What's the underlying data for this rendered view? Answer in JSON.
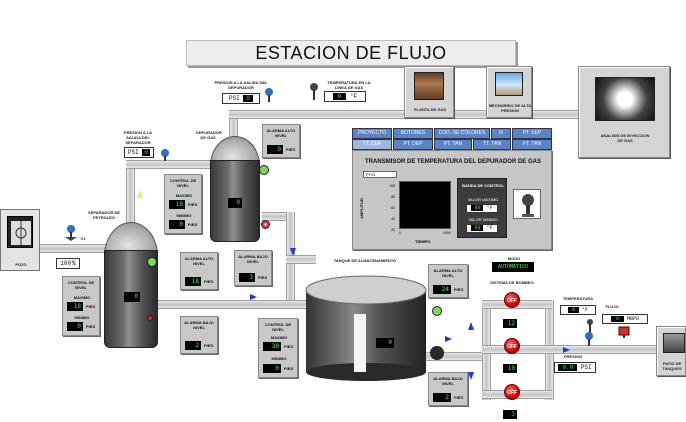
{
  "title": "ESTACION DE FLUJO",
  "pozo": {
    "label": "POZO"
  },
  "valve_v1": {
    "label": "V1",
    "value": "100",
    "unit": "%"
  },
  "sep_petroleo": {
    "label": "SEPARADOR DE PETROLEO",
    "level": "0",
    "ctrl": {
      "label": "CONTROL DE NIVEL",
      "max_label": "MAXIMO",
      "max": "18",
      "min_label": "MINIMO",
      "min": "0",
      "unit": "PIES"
    },
    "alarm_high": {
      "label": "ALARMA ALTO NIVEL",
      "value": "18",
      "unit": "PIES"
    },
    "alarm_low": {
      "label": "ALARMA BAJO NIVEL",
      "value": "2",
      "unit": "PIES"
    }
  },
  "sep_gas": {
    "label": "DEPURADOR DE GAS",
    "level": "0",
    "ctrl": {
      "label": "CONTROL DE NIVEL",
      "max_label": "MAXIMO",
      "max": "10",
      "min_label": "MINIMO",
      "min": "0",
      "unit": "PIES"
    },
    "alarm_high": {
      "label": "ALARMA ALTO NIVEL",
      "value": "0",
      "unit": "PIES"
    },
    "alarm_low": {
      "label": "ALARMA BAJO NIVEL",
      "value": "3",
      "unit": "PIES"
    }
  },
  "presion_separador": {
    "label": "PRESION A LA SALIDA DEL SEPARADOR",
    "unit": "PSI",
    "value": "0"
  },
  "presion_depurador": {
    "label": "PRESION A LA SALIDA DEL DEPURADOR",
    "unit": "PSI",
    "value": "0"
  },
  "temp_gas": {
    "label": "TEMPERATURA EN LA LINEA DE GAS",
    "value": "0",
    "unit": "°F"
  },
  "planta_gas": {
    "label": "PLANTA DE GAS"
  },
  "mechurrio": {
    "label": "MECHURRIO DE ALTA PRESION"
  },
  "inspeccion": {
    "label": "ANALISIS DE INYECCION DE GAS"
  },
  "tabs_row1": [
    "PROYECTO",
    "BOTONES",
    "COD. DE COLORES",
    "VI",
    "PT. SEP"
  ],
  "tabs_row2": [
    "TT. DEP",
    "PT. DEP",
    "PT. TAN",
    "TT. TAN",
    "FT. TAN"
  ],
  "transmisor": {
    "title": "TRANSMISOR DE TEMPERATURA DEL DEPURADOR DE GAS",
    "trend_label": "PT01",
    "ylabel": "AMPLITUD",
    "xlabel": "TIEMPO",
    "y_ticks": [
      "100",
      "80",
      "60",
      "40",
      "20",
      "0"
    ],
    "x_ticks": [
      "0",
      "1000"
    ],
    "banda": "BANDA DE CONTROL",
    "valor_max": "VALOR MAXIMO",
    "max_value": "80",
    "valor_min": "VALOR MINIMO",
    "min_value": "60",
    "unit": "°F"
  },
  "tanque": {
    "label": "TANQUE DE ALMACENAMIENTO",
    "level": "0",
    "ctrl": {
      "label": "CONTROL DE NIVEL",
      "max_label": "MAXIMO",
      "max": "30",
      "min_label": "MINIMO",
      "min": "0",
      "unit": "PIES"
    },
    "alarm_high": {
      "label": "ALARMA ALTO NIVEL",
      "value": "24",
      "unit": "PIES"
    },
    "alarm_low": {
      "label": "ALARMA BAJO NIVEL",
      "value": "2",
      "unit": "PIES"
    }
  },
  "bombeo": {
    "modo_label": "MODO",
    "modo": "AUTOMATICO",
    "label": "SISTEMA DE BOMBEO",
    "pumps": [
      {
        "state": "OFF",
        "value": "12"
      },
      {
        "state": "OFF",
        "value": "10"
      },
      {
        "state": "OFF",
        "value": "3"
      }
    ]
  },
  "temperatura": {
    "label": "TEMPERATURA",
    "value": "0",
    "unit": "°F"
  },
  "flujo": {
    "label": "FLUJO",
    "value": "0",
    "unit": "MBPD"
  },
  "presion": {
    "label": "PRESION",
    "value": "0.0",
    "unit": "PSI"
  },
  "patio": {
    "label": "PATIO DE TANQUES"
  },
  "colors": {
    "pump": "#d40000",
    "display_text": "#33ff33",
    "tab": "#5a84c8",
    "flow_arrow": "#1d3bd6"
  }
}
